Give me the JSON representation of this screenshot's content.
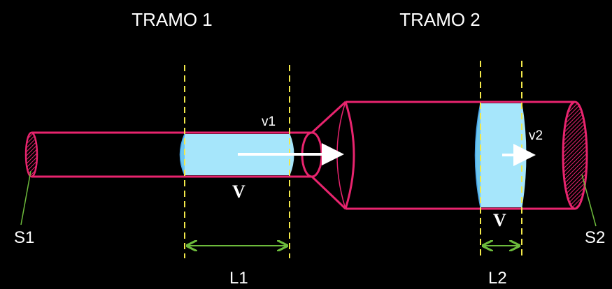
{
  "title_tramo1": "TRAMO 1",
  "title_tramo2": "TRAMO 2",
  "label_v1": "v1",
  "label_v2": "v2",
  "label_V_left": "V",
  "label_V_right": "V",
  "label_S1": "S1",
  "label_S2": "S2",
  "label_L1": "L1",
  "label_L2": "L2",
  "colors": {
    "pipe": "#e8246e",
    "fluid": "#a6e6fb",
    "fluid_edge": "#4aa3e6",
    "guide": "#f2e84a",
    "dimension": "#6dbb3c",
    "arrow": "#ffffff",
    "background": "#000000"
  }
}
